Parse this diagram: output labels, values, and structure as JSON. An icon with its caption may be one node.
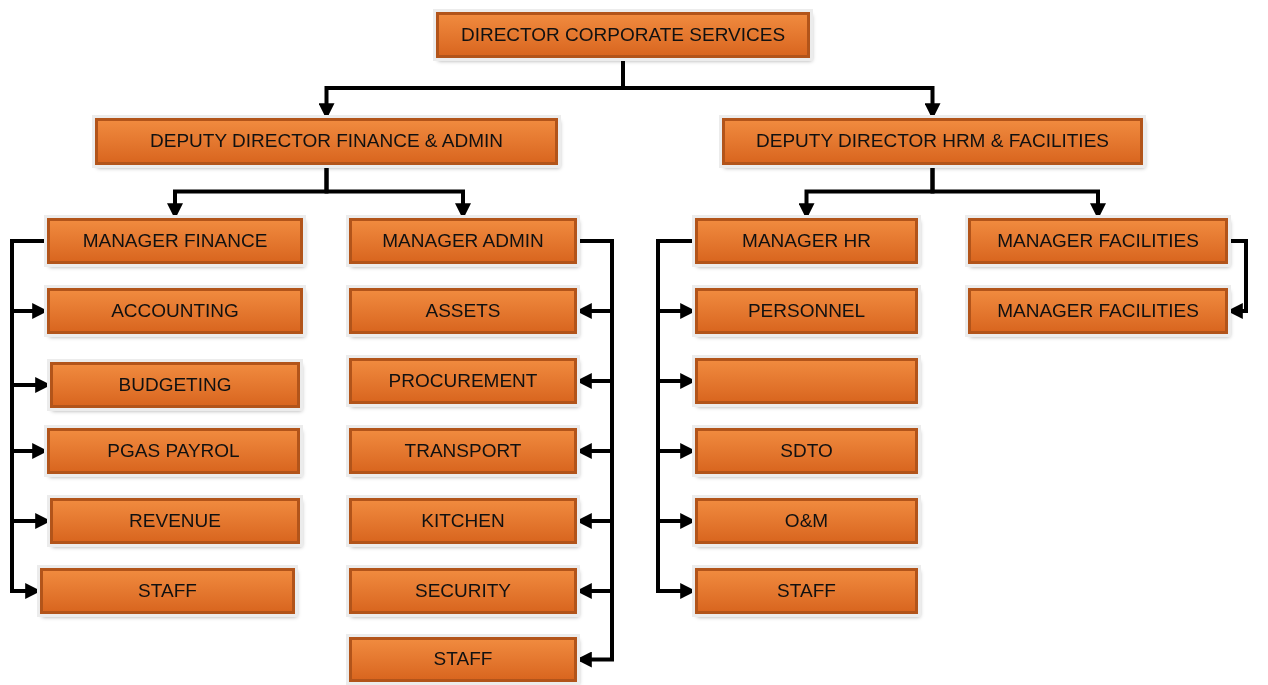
{
  "diagram": {
    "nodes": [
      {
        "text": [
          "DIRECTOR CORPORATE SERVICES"
        ]
      },
      {
        "text": [
          "DEPUTY DIRECTOR FINANCE & ADMIN"
        ]
      },
      {
        "text": [
          "DEPUTY DIRECTOR HRM & FACILITIES"
        ]
      },
      {
        "text": [
          "MANAGER FINANCE"
        ]
      },
      {
        "text": [
          "MANAGER ADMIN"
        ]
      },
      {
        "text": [
          "MANAGER HR"
        ]
      },
      {
        "text": [
          "MANAGER FACILITIES"
        ]
      },
      {
        "text": [
          "ACCOUNTING"
        ]
      },
      {
        "text": [
          "BUDGETING"
        ]
      },
      {
        "text": [
          "PGAS PAYROL"
        ]
      },
      {
        "text": [
          "REVENUE"
        ]
      },
      {
        "text": [
          "STAFF"
        ]
      },
      {
        "text": [
          "ASSETS"
        ]
      },
      {
        "text": [
          "PROCUREMENT"
        ]
      },
      {
        "text": [
          "TRANSPORT"
        ]
      },
      {
        "text": [
          "KITCHEN"
        ]
      },
      {
        "text": [
          "SECURITY"
        ]
      },
      {
        "text": [
          "STAFF"
        ]
      },
      {
        "text": [
          "PERSONNEL"
        ]
      },
      {
        "text": [],
        "shape": "box"
      },
      {
        "text": [
          "SDTO"
        ]
      },
      {
        "text": [
          "O&M"
        ]
      },
      {
        "text": [
          "STAFF"
        ]
      },
      {
        "text": [
          "MANAGER FACILITIES"
        ]
      }
    ],
    "edges": [
      {
        "from": 0,
        "to": 1,
        "arrow": "to"
      },
      {
        "from": 0,
        "to": 2,
        "arrow": "to"
      },
      {
        "from": 1,
        "to": 3,
        "arrow": "to"
      },
      {
        "from": 1,
        "to": 4,
        "arrow": "to"
      },
      {
        "from": 2,
        "to": 5,
        "arrow": "to"
      },
      {
        "from": 2,
        "to": 6,
        "arrow": "to"
      },
      {
        "from": 3,
        "to": 7,
        "arrow": "to"
      },
      {
        "from": 3,
        "to": 8,
        "arrow": "to"
      },
      {
        "from": 3,
        "to": 9,
        "arrow": "to"
      },
      {
        "from": 3,
        "to": 10,
        "arrow": "to"
      },
      {
        "from": 3,
        "to": 11,
        "arrow": "to"
      },
      {
        "from": 4,
        "to": 12,
        "arrow": "to"
      },
      {
        "from": 4,
        "to": 13,
        "arrow": "to"
      },
      {
        "from": 4,
        "to": 14,
        "arrow": "to"
      },
      {
        "from": 4,
        "to": 15,
        "arrow": "to"
      },
      {
        "from": 4,
        "to": 16,
        "arrow": "to"
      },
      {
        "from": 4,
        "to": 17,
        "arrow": "to"
      },
      {
        "from": 5,
        "to": 18,
        "arrow": "to"
      },
      {
        "from": 5,
        "to": 19,
        "arrow": "to"
      },
      {
        "from": 5,
        "to": 20,
        "arrow": "to"
      },
      {
        "from": 5,
        "to": 21,
        "arrow": "to"
      },
      {
        "from": 5,
        "to": 22,
        "arrow": "to"
      },
      {
        "from": 6,
        "to": 23,
        "arrow": "to"
      }
    ]
  }
}
